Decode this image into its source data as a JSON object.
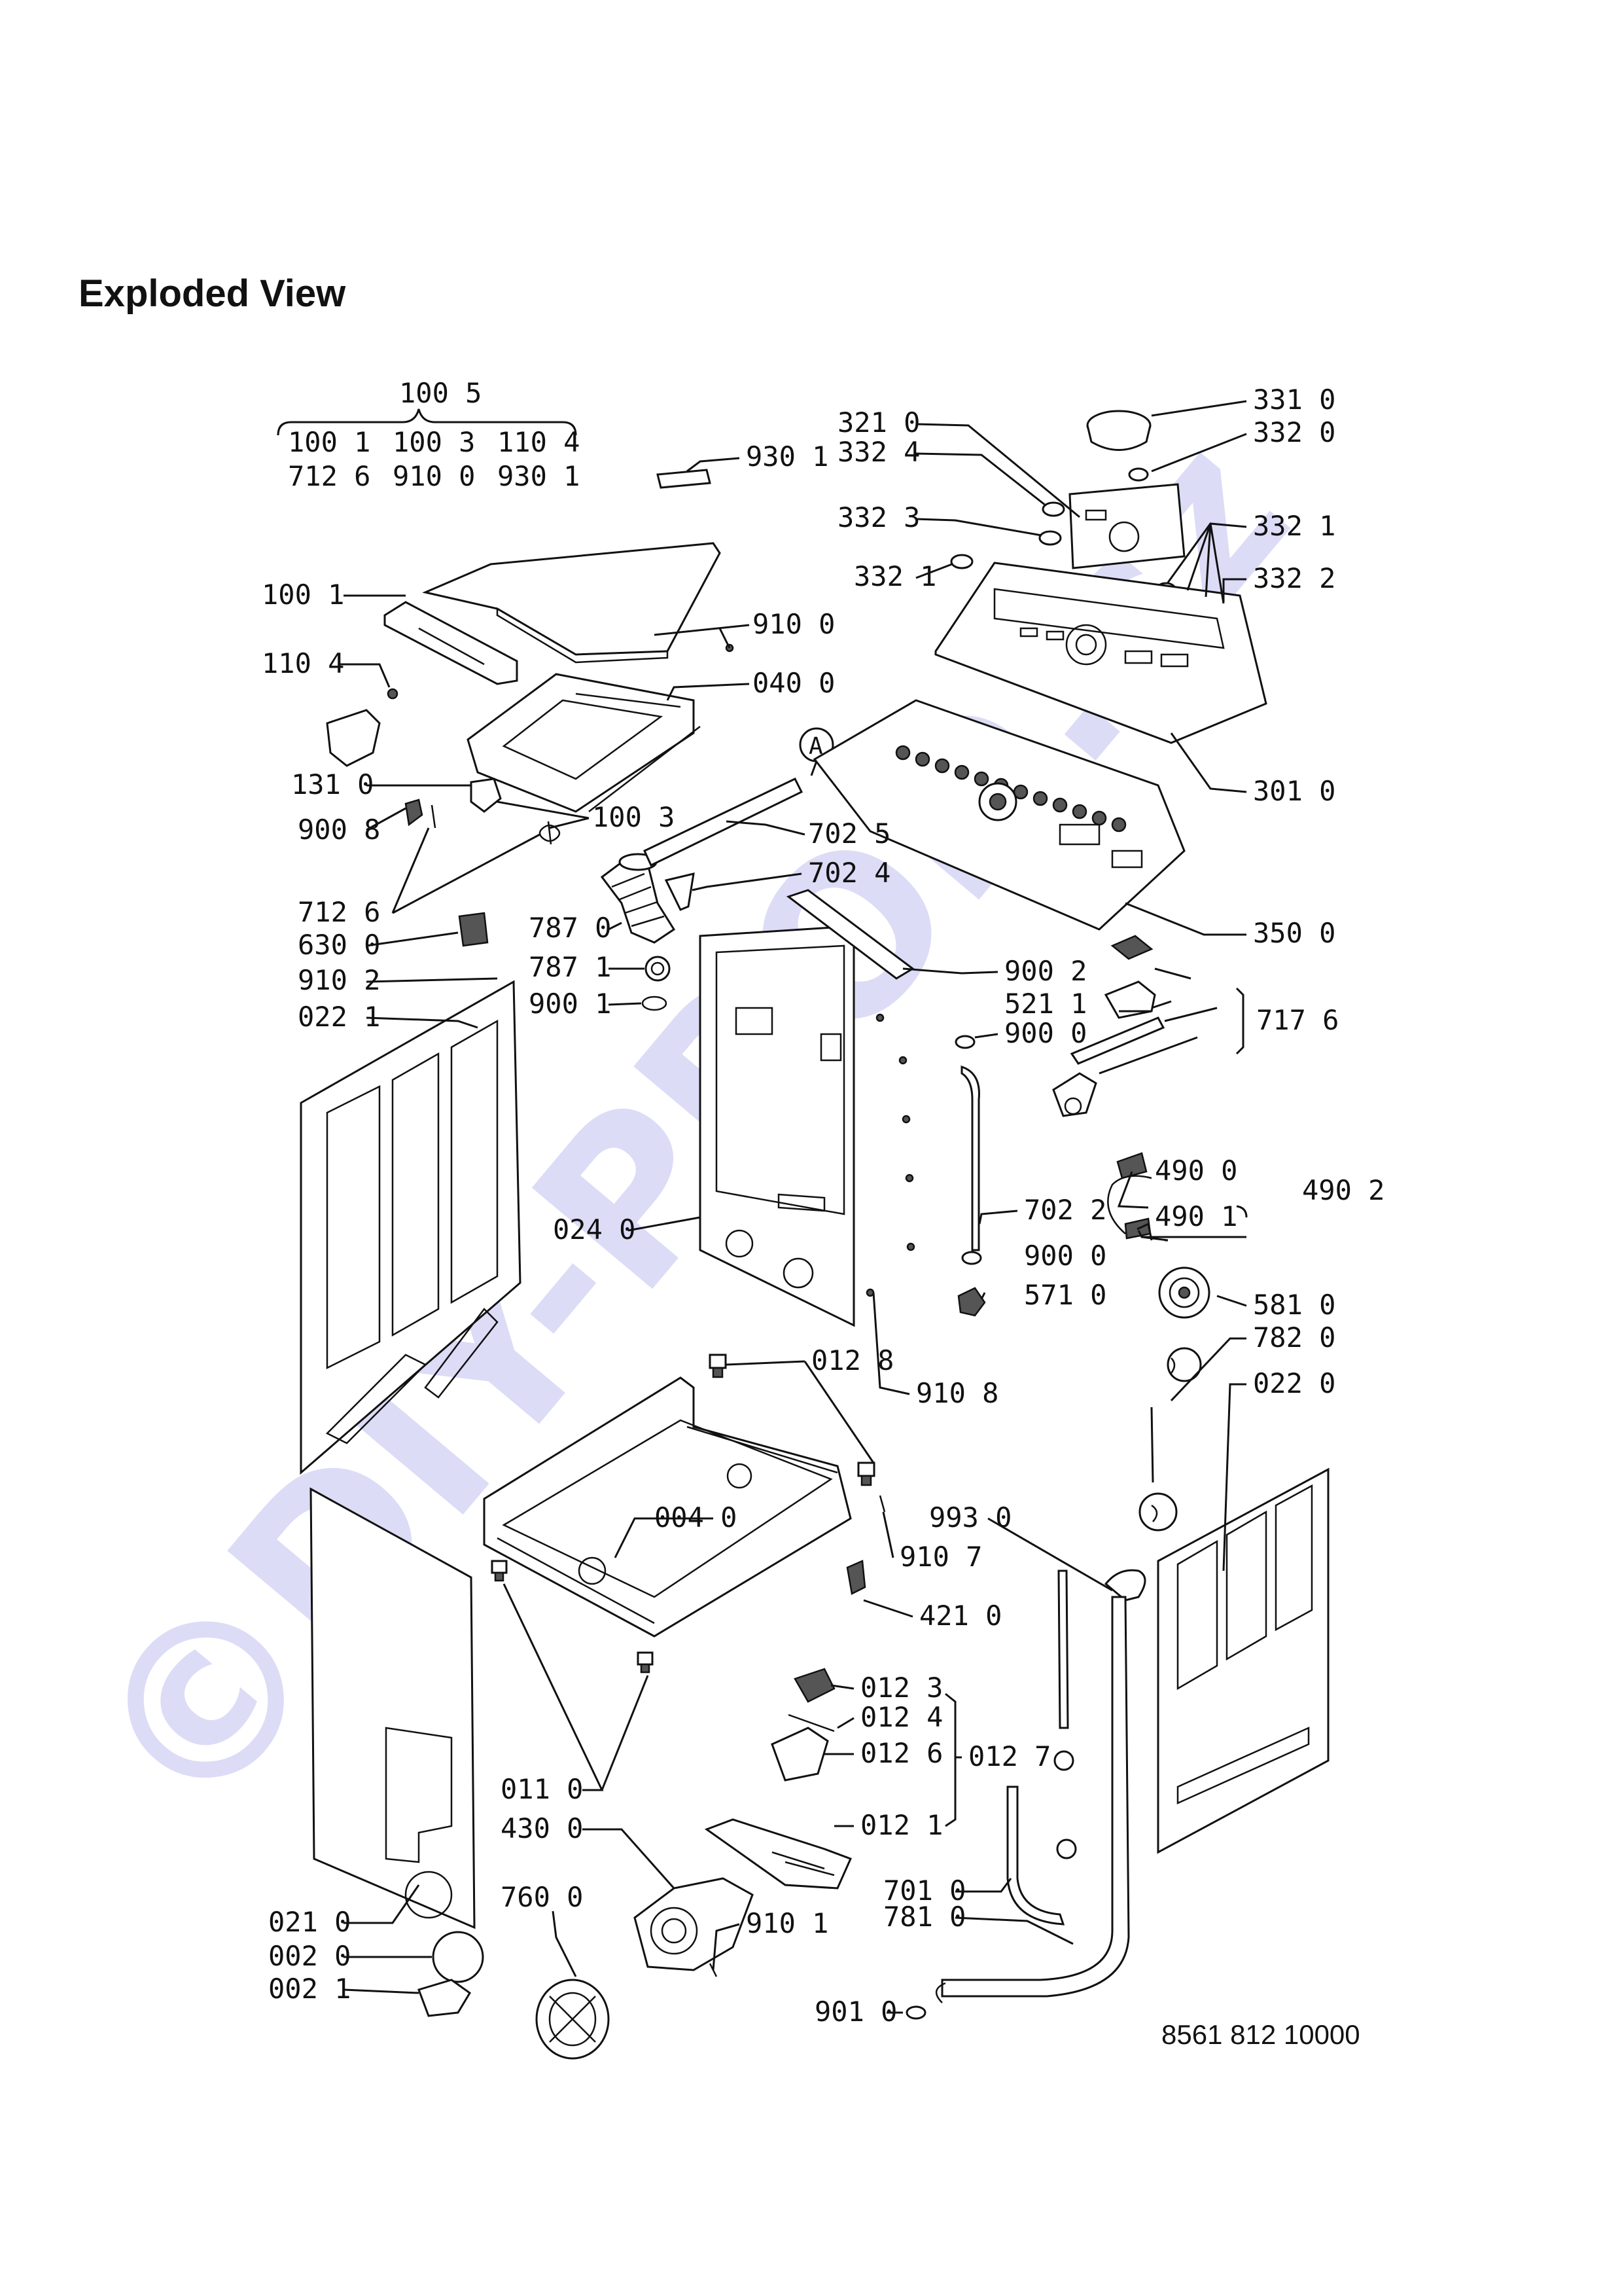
{
  "title": "Exploded View",
  "doc_number": "8561 812 10000",
  "watermark_text": "©DIY-PROD.cz",
  "watermark_color": "#dcdcf7",
  "group_100_5": {
    "header": "100 5",
    "row1": [
      "100 1",
      "100 3",
      "110 4"
    ],
    "row2": [
      "712 6",
      "910 0",
      "930 1"
    ]
  },
  "labels": {
    "l9301": "930 1",
    "l1001": "100 1",
    "l9100": "910 0",
    "l1104": "110 4",
    "l0400": "040 0",
    "l1310": "131 0",
    "l1003": "100 3",
    "l9008": "900 8",
    "l7025": "702 5",
    "l7126": "712 6",
    "l7024": "702 4",
    "l7870": "787 0",
    "l6300": "630 0",
    "l7871": "787 1",
    "l9102": "910 2",
    "l9001": "900 1",
    "l0221": "022 1",
    "l0240": "024 0",
    "l3310": "331 0",
    "l3210": "321 0",
    "l3320": "332 0",
    "l3324": "332 4",
    "l3323": "332 3",
    "l3321a": "332 1",
    "l3321b": "332 1",
    "l3322": "332 2",
    "l3010": "301 0",
    "l3500": "350 0",
    "l9002": "900 2",
    "l5211": "521 1",
    "l9000a": "900 0",
    "l7176": "717 6",
    "l4900": "490 0",
    "l4902": "490 2",
    "l4901": "490 1",
    "l7022": "702 2",
    "l9000b": "900 0",
    "l5710": "571 0",
    "l5810": "581 0",
    "l7820": "782 0",
    "l9108": "910 8",
    "l0220": "022 0",
    "l0128": "012 8",
    "l0040": "004 0",
    "l9930": "993 0",
    "l9107": "910 7",
    "l4210": "421 0",
    "l0123": "012 3",
    "l0124": "012 4",
    "l0126": "012 6",
    "l0127": "012 7",
    "l0110": "011 0",
    "l4300": "430 0",
    "l0121": "012 1",
    "l7600": "760 0",
    "l7010": "701 0",
    "l7810": "781 0",
    "l9101": "910 1",
    "l0210": "021 0",
    "l0020": "002 0",
    "l0021": "002 1",
    "l9010": "901 0",
    "callout_a": "A"
  }
}
